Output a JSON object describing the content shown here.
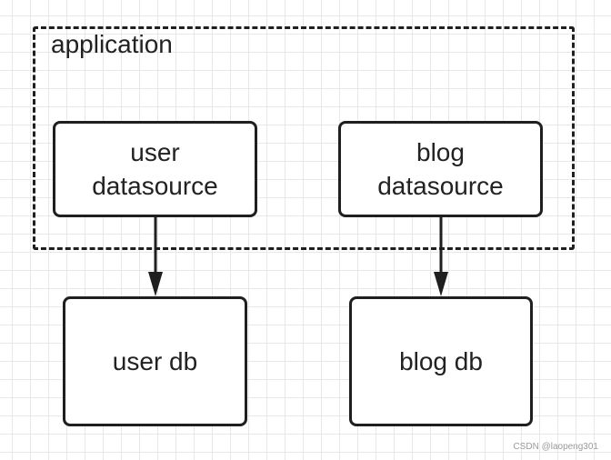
{
  "diagram": {
    "container": {
      "label": "application"
    },
    "nodes": {
      "user_datasource": {
        "line1": "user",
        "line2": "datasource"
      },
      "blog_datasource": {
        "line1": "blog",
        "line2": "datasource"
      },
      "user_db": {
        "label": "user db"
      },
      "blog_db": {
        "label": "blog db"
      }
    },
    "edges": [
      {
        "from": "user datasource",
        "to": "user db"
      },
      {
        "from": "blog datasource",
        "to": "blog db"
      }
    ],
    "colors": {
      "stroke": "#1f1f1f",
      "text": "#222222",
      "grid": "#e8e8e8",
      "background": "#ffffff"
    }
  },
  "watermark": "CSDN @laopeng301"
}
